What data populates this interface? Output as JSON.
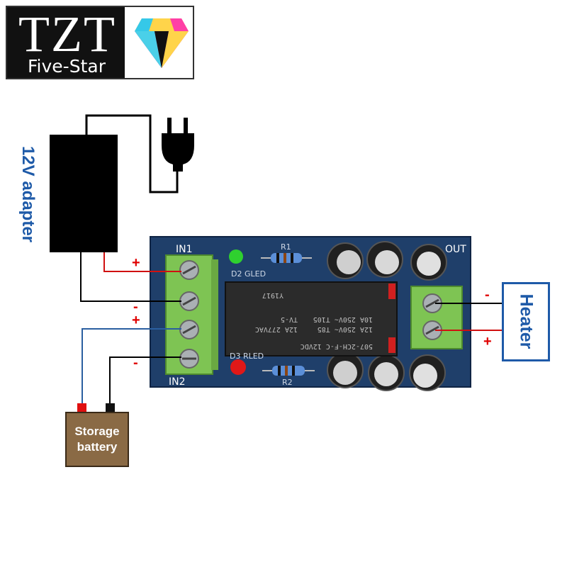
{
  "logo": {
    "brand": "TZT",
    "subtitle": "Five-Star"
  },
  "adapter": {
    "label": "12V adapter"
  },
  "heater": {
    "label": "Heater"
  },
  "battery": {
    "label_line1": "Storage",
    "label_line2": "battery"
  },
  "board": {
    "in1": "IN1",
    "in2": "IN2",
    "out": "OUT",
    "d2": "D2 GLED",
    "d3": "D3 RLED",
    "r1": "R1",
    "r2": "R2",
    "relay_line1": "507-2CH-F-C 12VDC",
    "relay_line2": "12A 250V~ T85",
    "relay_line3": "10A 250V~ T105",
    "relay_line4": "12A 277VAC",
    "relay_line5": "TV-5",
    "relay_code": "Y1917"
  },
  "polarity": {
    "plus": "+",
    "minus": "-"
  },
  "colors": {
    "brand_blue": "#1e5aa8",
    "wire_red": "#d01010",
    "wire_blue": "#2a5fa0",
    "pcb": "#1f3f6a",
    "terminal_green": "#7ec453",
    "battery_brown": "#8a6a45"
  }
}
